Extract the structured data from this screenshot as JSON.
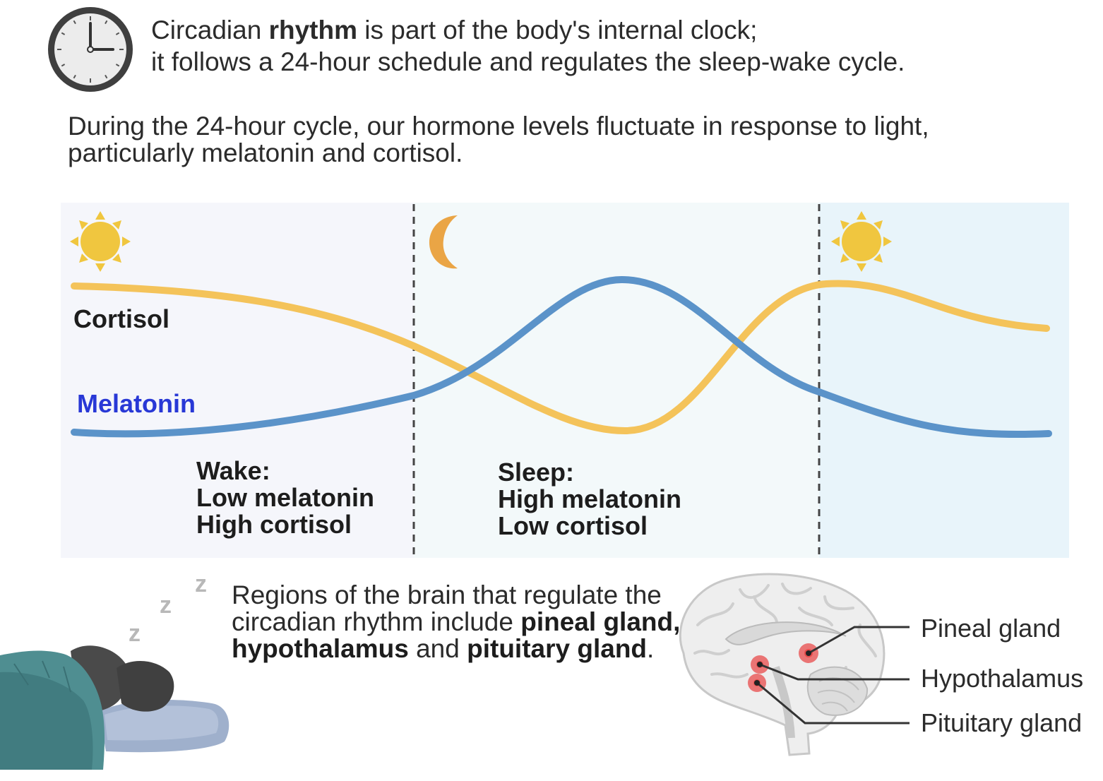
{
  "intro": {
    "line1_a": "Circadian ",
    "line1_bold": "rhythm",
    "line1_b": " is part of the body's internal clock;",
    "line2": "it follows a 24-hour schedule and regulates the sleep-wake cycle."
  },
  "lead": {
    "line1": "During the 24-hour cycle, our hormone levels fluctuate in response to light,",
    "line2": "particularly melatonin and cortisol."
  },
  "curves": {
    "cortisol": {
      "label": "Cortisol",
      "color": "#f4c35a"
    },
    "melatonin": {
      "label": "Melatonin",
      "color": "#5b93c9",
      "label_color": "#2838d6"
    }
  },
  "states": {
    "wake": {
      "title": "Wake:",
      "line1": "Low melatonin",
      "line2": "High cortisol"
    },
    "sleep": {
      "title": "Sleep:",
      "line1": "High melatonin",
      "line2": "Low cortisol"
    }
  },
  "regions": {
    "t1": "Regions of the brain that regulate the circadian rhythm include ",
    "b1": "pineal gland, hypothalamus",
    "t2": " and ",
    "b2": "pituitary gland",
    "t3": "."
  },
  "brain_labels": {
    "pineal": "Pineal gland",
    "hypothalamus": "Hypothalamus",
    "pituitary": "Pituitary gland"
  },
  "sleeper": {
    "z1": "z",
    "z2": "z",
    "z3": "z"
  },
  "icons": [
    "clock-icon",
    "sun-icon",
    "moon-icon",
    "sleeping-person-icon",
    "brain-icon"
  ],
  "colors": {
    "sun": "#f0c63f",
    "moon": "#eaa545",
    "gland": "#e84b4b"
  }
}
